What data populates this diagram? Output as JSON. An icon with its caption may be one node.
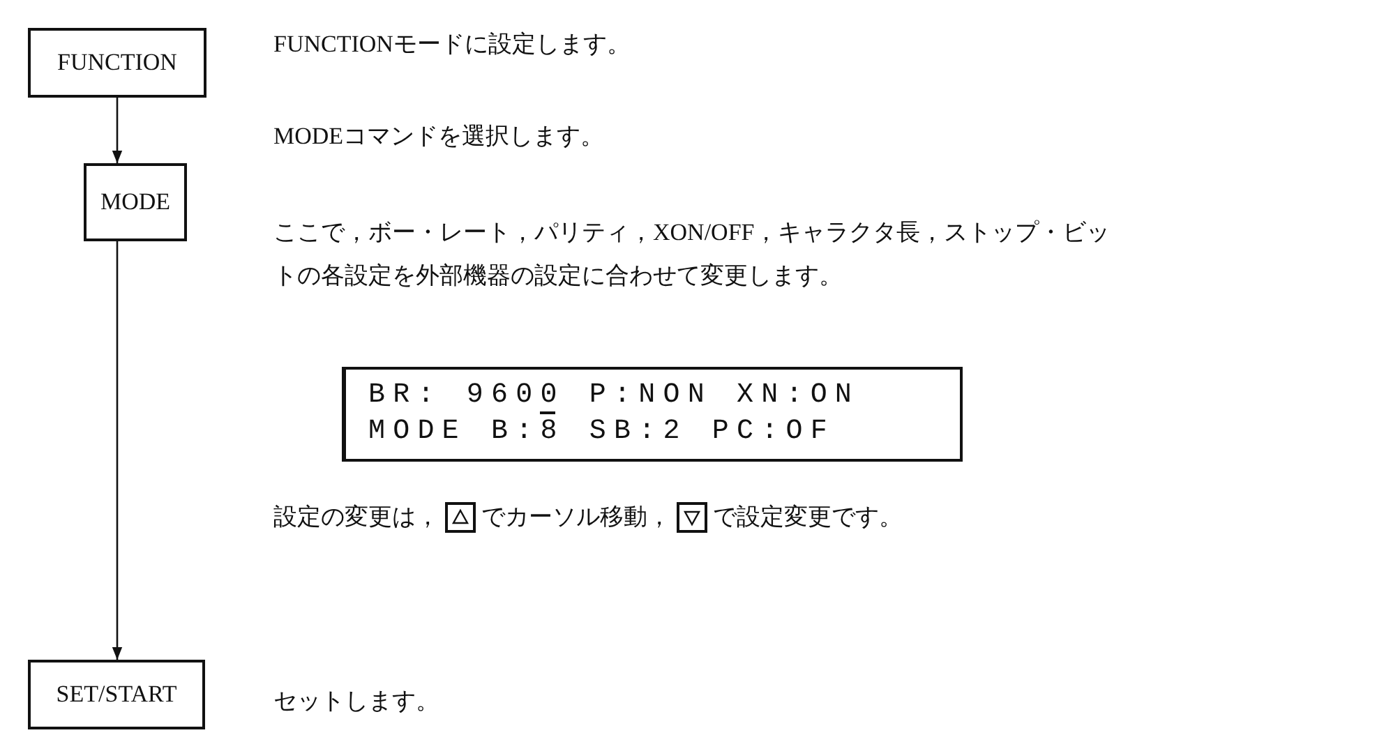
{
  "diagram": {
    "nodes": [
      {
        "text": [
          "FUNCTION"
        ],
        "beside": [
          "FUNCTIONモードに設定します。"
        ]
      },
      {
        "text": [
          "MODE"
        ],
        "beside": [
          "MODEコマンドを選択します。",
          "ここで，ボー・レート，パリティ，XON/OFF，キャラクタ長，ストップ・ビットの各設定を外部機器の設定に合わせて変更します。"
        ]
      },
      {
        "text": [
          "BR: 9600 P:NON XN:ON",
          "MODE B:8 SB:2 PC:OF"
        ]
      },
      {
        "text": [
          "SET/START"
        ],
        "beside": [
          "セットします。"
        ]
      }
    ],
    "edges": [
      {
        "from": 0,
        "to": 1,
        "arrow": "to"
      },
      {
        "from": 1,
        "to": 3,
        "arrow": "to"
      }
    ],
    "labels": [
      "設定の変更は，",
      "でカーソル移動，",
      "で設定変更です。"
    ]
  }
}
